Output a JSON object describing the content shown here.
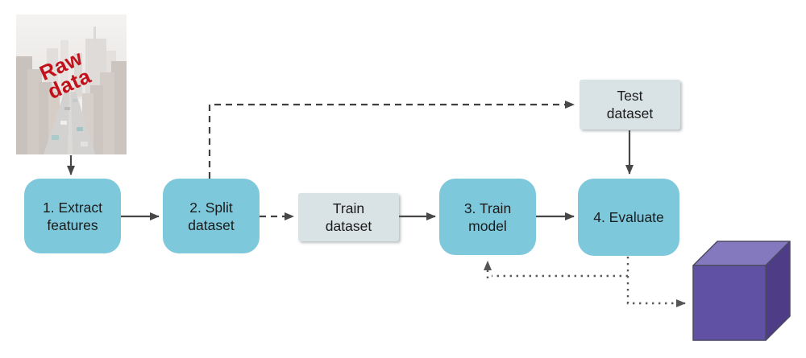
{
  "diagram": {
    "description": "Machine learning workflow flowchart",
    "nodes": {
      "raw_data": {
        "label": "Raw\ndata",
        "type": "image"
      },
      "extract_features": {
        "label": "1. Extract\nfeatures",
        "type": "process"
      },
      "split_dataset": {
        "label": "2. Split\ndataset",
        "type": "process"
      },
      "train_dataset": {
        "label": "Train\ndataset",
        "type": "dataset"
      },
      "train_model": {
        "label": "3. Train\nmodel",
        "type": "process"
      },
      "evaluate": {
        "label": "4. Evaluate",
        "type": "process"
      },
      "test_dataset": {
        "label": "Test\ndataset",
        "type": "dataset"
      },
      "model_cube": {
        "label": "",
        "type": "3d-model-icon"
      }
    },
    "edges": [
      {
        "from": "raw_data",
        "to": "extract_features",
        "style": "solid"
      },
      {
        "from": "extract_features",
        "to": "split_dataset",
        "style": "solid"
      },
      {
        "from": "split_dataset",
        "to": "train_dataset",
        "style": "dashed"
      },
      {
        "from": "split_dataset",
        "to": "test_dataset",
        "style": "dashed"
      },
      {
        "from": "train_dataset",
        "to": "train_model",
        "style": "solid"
      },
      {
        "from": "train_model",
        "to": "evaluate",
        "style": "solid"
      },
      {
        "from": "test_dataset",
        "to": "evaluate",
        "style": "solid"
      },
      {
        "from": "evaluate",
        "to": "train_model",
        "style": "dotted"
      },
      {
        "from": "evaluate",
        "to": "model_cube",
        "style": "dotted"
      }
    ],
    "colors": {
      "process_box_fill": "#7ec8dc",
      "dataset_box_fill": "#d9e3e5",
      "arrow": "#474747",
      "raw_data_text": "#c1121c",
      "cube_front": "#6151a5",
      "cube_top": "#8478bf",
      "cube_side": "#4e3c86"
    }
  }
}
